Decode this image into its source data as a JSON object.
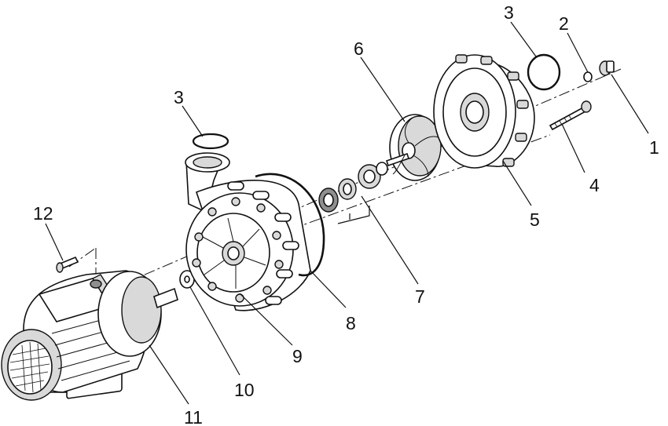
{
  "callouts": [
    {
      "id": "1",
      "text": "1"
    },
    {
      "id": "2",
      "text": "2"
    },
    {
      "id": "3a",
      "text": "3"
    },
    {
      "id": "3b",
      "text": "3"
    },
    {
      "id": "4",
      "text": "4"
    },
    {
      "id": "5",
      "text": "5"
    },
    {
      "id": "6",
      "text": "6"
    },
    {
      "id": "7",
      "text": "7"
    },
    {
      "id": "8",
      "text": "8"
    },
    {
      "id": "9",
      "text": "9"
    },
    {
      "id": "10",
      "text": "10"
    },
    {
      "id": "11",
      "text": "11"
    },
    {
      "id": "12",
      "text": "12"
    }
  ]
}
